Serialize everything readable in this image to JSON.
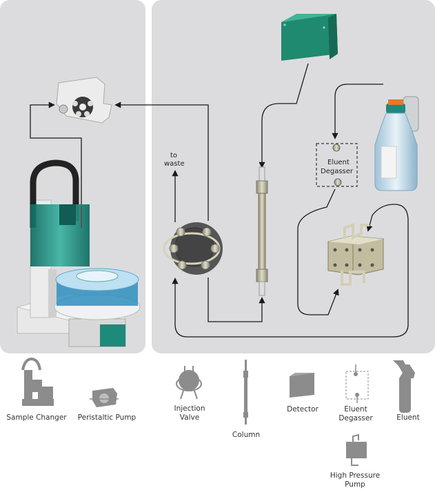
{
  "diagram": {
    "labels": {
      "to_waste_1": "to",
      "to_waste_2": "waste",
      "degasser_1": "Eluent",
      "degasser_2": "Degasser"
    }
  },
  "legend": {
    "sample_changer": "Sample Changer",
    "peristaltic_pump": "Peristaltic Pump",
    "injection_valve_1": "Injection",
    "injection_valve_2": "Valve",
    "column": "Column",
    "detector": "Detector",
    "eluent_degasser_1": "Eluent",
    "eluent_degasser_2": "Degasser",
    "eluent": "Eluent",
    "high_pressure_pump_1": "High Pressure",
    "high_pressure_pump_2": "Pump"
  },
  "colors": {
    "panel": "#dcdcdf",
    "teal": "#1e8a7a",
    "detector_green": "#1f8a6f",
    "metal": "#bcb6a0",
    "gray_icon": "#8c8c8c",
    "line": "#1a1a1a"
  }
}
